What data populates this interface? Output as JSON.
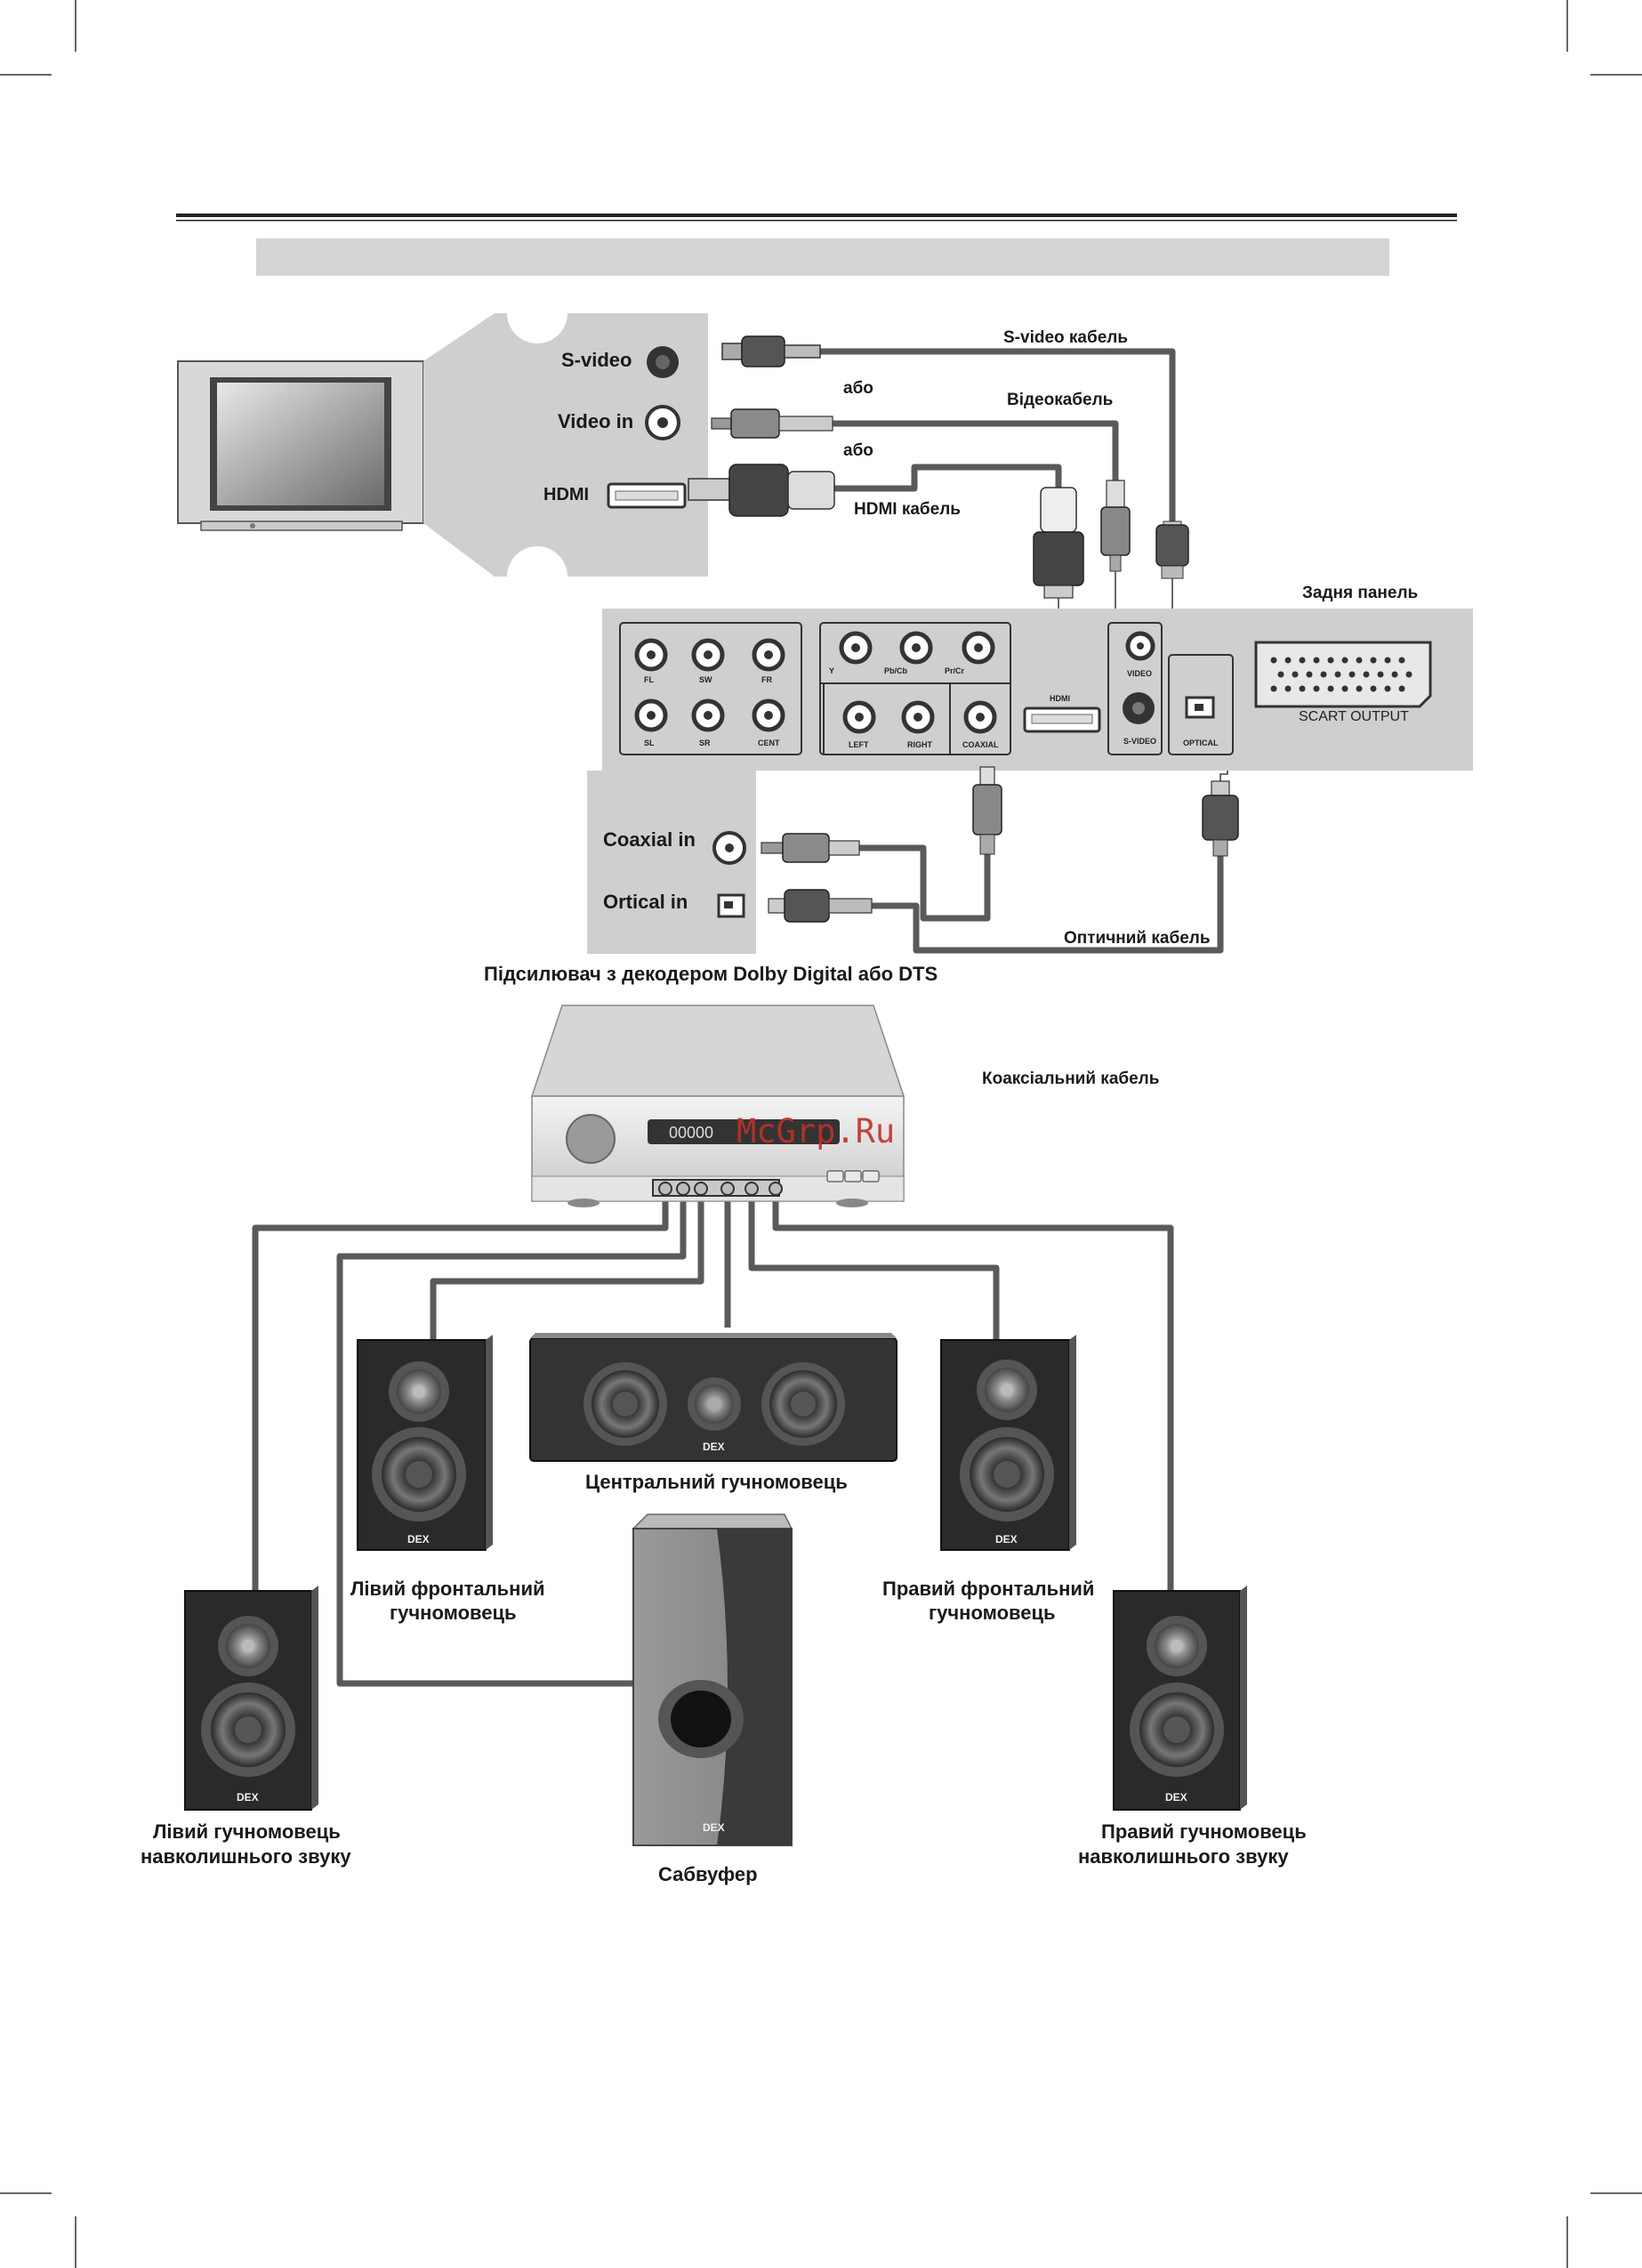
{
  "tv_panel": {
    "svideo": "S-video",
    "video_in": "Video in",
    "hdmi": "HDMI"
  },
  "cables": {
    "svideo_cable": "S-video кабель",
    "or1": "або",
    "video_cable": "Відеокабель",
    "or2": "або",
    "hdmi_cable": "HDMI кабель",
    "optical_cable": "Оптичний кабель",
    "coaxial_cable": "Коаксіальний кабель"
  },
  "rear_panel": {
    "title": "Задня панель",
    "fl": "FL",
    "sw": "SW",
    "fr": "FR",
    "sl": "SL",
    "sr": "SR",
    "cent": "CENT",
    "y": "Y",
    "pbcb": "Pb/Cb",
    "prcr": "Pr/Cr",
    "left": "LEFT",
    "right": "RIGHT",
    "coaxial": "COAXIAL",
    "hdmi": "HDMI",
    "video": "VIDEO",
    "svideo": "S-VIDEO",
    "optical": "OPTICAL",
    "scart": "SCART OUTPUT"
  },
  "amp_panel": {
    "coaxial_in": "Coaxial in",
    "optical_in": "Ortical in"
  },
  "amplifier": {
    "title": "Підсилювач з декодером Dolby Digital або DTS",
    "display": "00000"
  },
  "speakers": {
    "brand": "DEX",
    "center": "Центральний гучномовець",
    "left_front_1": "Лівий фронтальний",
    "left_front_2": "гучномовець",
    "right_front_1": "Правий фронтальний",
    "right_front_2": "гучномовець",
    "left_surround_1": "Лівий гучномовець",
    "left_surround_2": "навколишнього звуку",
    "right_surround_1": "Правий гучномовець",
    "right_surround_2": "навколишнього звуку",
    "subwoofer": "Сабвуфер"
  },
  "watermark": "McGrp.Ru"
}
